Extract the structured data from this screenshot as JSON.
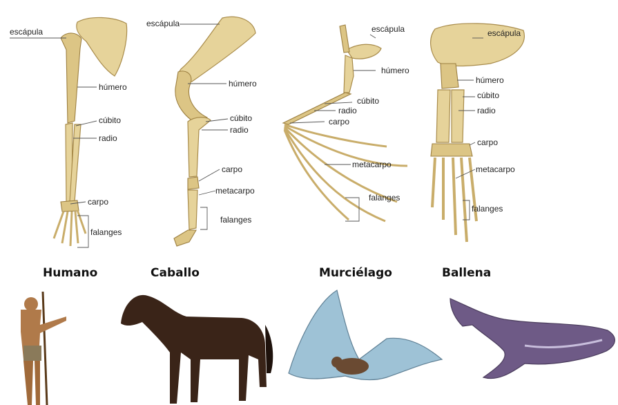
{
  "panels": [
    {
      "caption": "Humano",
      "labels": [
        "escápula",
        "húmero",
        "cúbito",
        "radio",
        "carpo",
        "falanges"
      ]
    },
    {
      "caption": "Caballo",
      "labels": [
        "escápula",
        "húmero",
        "cúbito",
        "radio",
        "carpo",
        "metacarpo",
        "falanges"
      ]
    },
    {
      "caption": "Murciélago",
      "labels": [
        "escápula",
        "húmero",
        "cúbito",
        "radio",
        "carpo",
        "metacarpo",
        "falanges"
      ]
    },
    {
      "caption": "Ballena",
      "labels": [
        "escápula",
        "húmero",
        "cúbito",
        "radio",
        "carpo",
        "metacarpo",
        "falanges"
      ]
    }
  ]
}
